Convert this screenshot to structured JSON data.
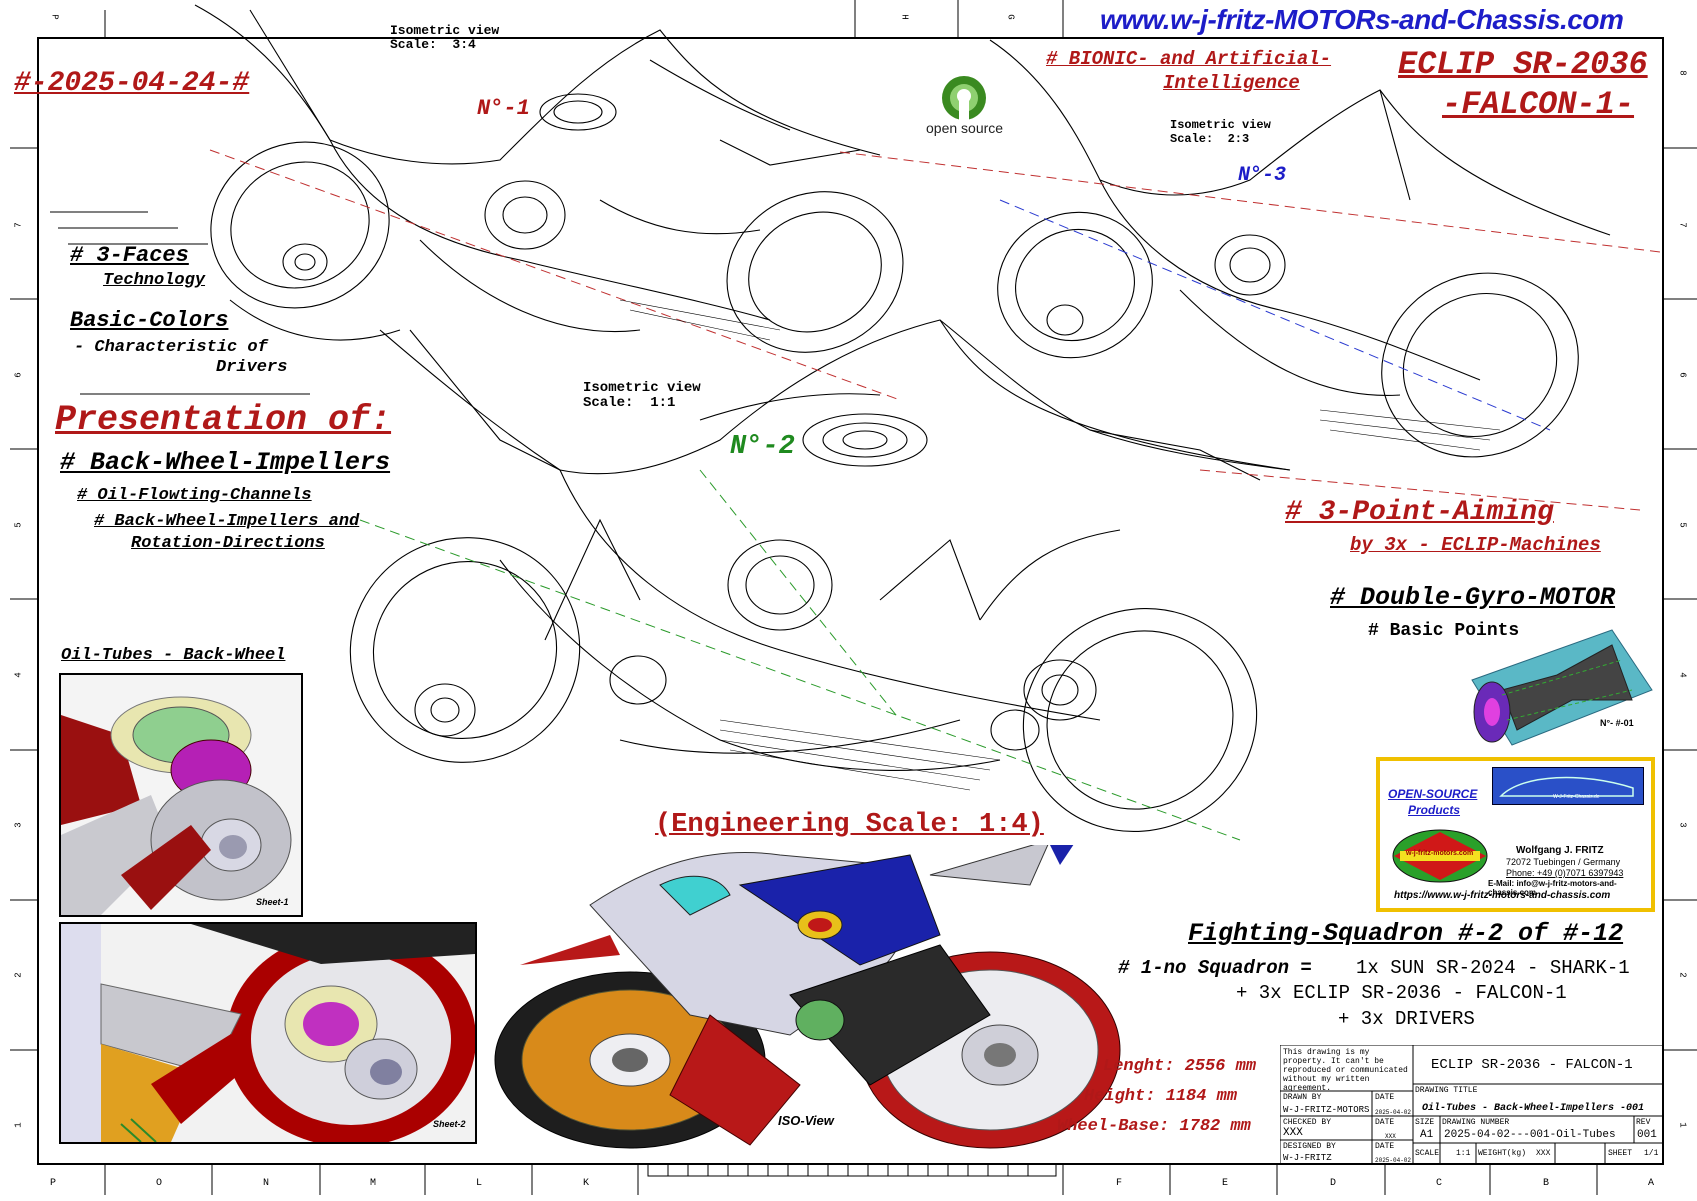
{
  "header": {
    "website": "www.w-j-fritz-MOTORs-and-Chassis.com",
    "date_stamp": "#-2025-04-24-#",
    "model_line1": "ECLIP SR-2036",
    "model_line2": "-FALCON-1-",
    "bionic_line1": "# BIONIC- and Artificial-",
    "bionic_line2": "Intelligence",
    "logo_text": "open source"
  },
  "views": {
    "v1_label": "Isometric view",
    "v1_scale": "Scale:  3:4",
    "v1_number": "N°-1",
    "v2_label": "Isometric view",
    "v2_scale": "Scale:  1:1",
    "v2_number": "N°-2",
    "v3_label": "Isometric view",
    "v3_scale": "Scale:  2:3",
    "v3_number": "N°-3"
  },
  "left": {
    "faces_title": "# 3-Faces",
    "faces_sub": "Technology",
    "colors_title": "Basic-Colors",
    "colors_sub1": "- Characteristic of",
    "colors_sub2": "Drivers",
    "presentation": "Presentation of:",
    "impellers": "# Back-Wheel-Impellers",
    "oil_channels": "# Oil-Flowting-Channels",
    "rotation1": "# Back-Wheel-Impellers and",
    "rotation2": "Rotation-Directions",
    "oil_tubes": "Oil-Tubes - Back-Wheel",
    "sheet1": "Sheet-1",
    "sheet2": "Sheet-2"
  },
  "right": {
    "aiming": "# 3-Point-Aiming",
    "aiming_sub": "by 3x - ECLIP-Machines",
    "gyro": "# Double-Gyro-MOTOR",
    "gyro_sub": "# Basic Points",
    "gyro_caption": "N°- #-01",
    "os_products1": "OPEN-SOURCE",
    "os_products2": "Products",
    "card_logo": "w-j-fritz-motors.com",
    "banner_text": "W-J-Fritz-Chassis.de",
    "contact_name": "Wolfgang J. FRITZ",
    "contact_city": "72072 Tuebingen / Germany",
    "contact_phone": "Phone: +49 (0)7071 6397943",
    "contact_email": "E-Mail: info@w-j-fritz-motors-and-chassis.com",
    "contact_url": "https://www.w-j-fritz-motors-and-chassis.com"
  },
  "center": {
    "engineering_scale": "(Engineering Scale: 1:4)",
    "iso_view": "ISO-View"
  },
  "squadron": {
    "title": "Fighting-Squadron #-2 of #-12",
    "line1_label": "# 1-no Squadron =",
    "line1_value": "1x SUN SR-2024 - SHARK-1",
    "line2": "+ 3x ECLIP SR-2036 - FALCON-1",
    "line3": "+ 3x DRIVERS"
  },
  "dimensions": {
    "length": "Lenght: 2556 mm",
    "height": "Height: 1184 mm",
    "wheelbase": "Wheel-Base: 1782 mm"
  },
  "title_block": {
    "property_note": "This drawing is my property. It can't be reproduced or communicated without my written agreement.",
    "main_title": "ECLIP SR-2036 - FALCON-1",
    "drawing_title_label": "DRAWING TITLE",
    "drawing_title": "Oil-Tubes - Back-Wheel-Impellers -001",
    "drawn_by_label": "DRAWN BY",
    "drawn_by": "W-J-FRITZ-MOTORS",
    "date_label": "DATE",
    "drawn_date": "2025-04-02",
    "checked_by_label": "CHECKED BY",
    "checked_by": "XXX",
    "checked_date": "XXX",
    "designed_by_label": "DESIGNED BY",
    "designed_by": "W-J-FRITZ",
    "designed_date": "2025-04-02",
    "size_label": "SIZE",
    "size": "A1",
    "drawing_number_label": "DRAWING NUMBER",
    "drawing_number": "2025-04-02---001-Oil-Tubes",
    "rev_label": "REV",
    "rev": "001",
    "scale_label": "SCALE",
    "scale": "1:1",
    "weight_label": "WEIGHT(kg)",
    "weight": "XXX",
    "sheet_label": "SHEET",
    "sheet": "1/1"
  },
  "border": {
    "bottom_letters": [
      "P",
      "O",
      "N",
      "M",
      "L",
      "K",
      "F",
      "E",
      "D",
      "C",
      "B",
      "A"
    ],
    "left_numbers": [
      "7",
      "6",
      "5",
      "4",
      "3",
      "2",
      "1"
    ],
    "right_numbers": [
      "8",
      "7",
      "6",
      "5",
      "4",
      "3",
      "2",
      "1"
    ],
    "top_letters": [
      "P",
      "H",
      "G"
    ]
  },
  "colors": {
    "accent_red": "#b01818",
    "link_blue": "#1d1dc8",
    "view_green": "#1f8a1f",
    "frame_yellow": "#f0c000"
  }
}
